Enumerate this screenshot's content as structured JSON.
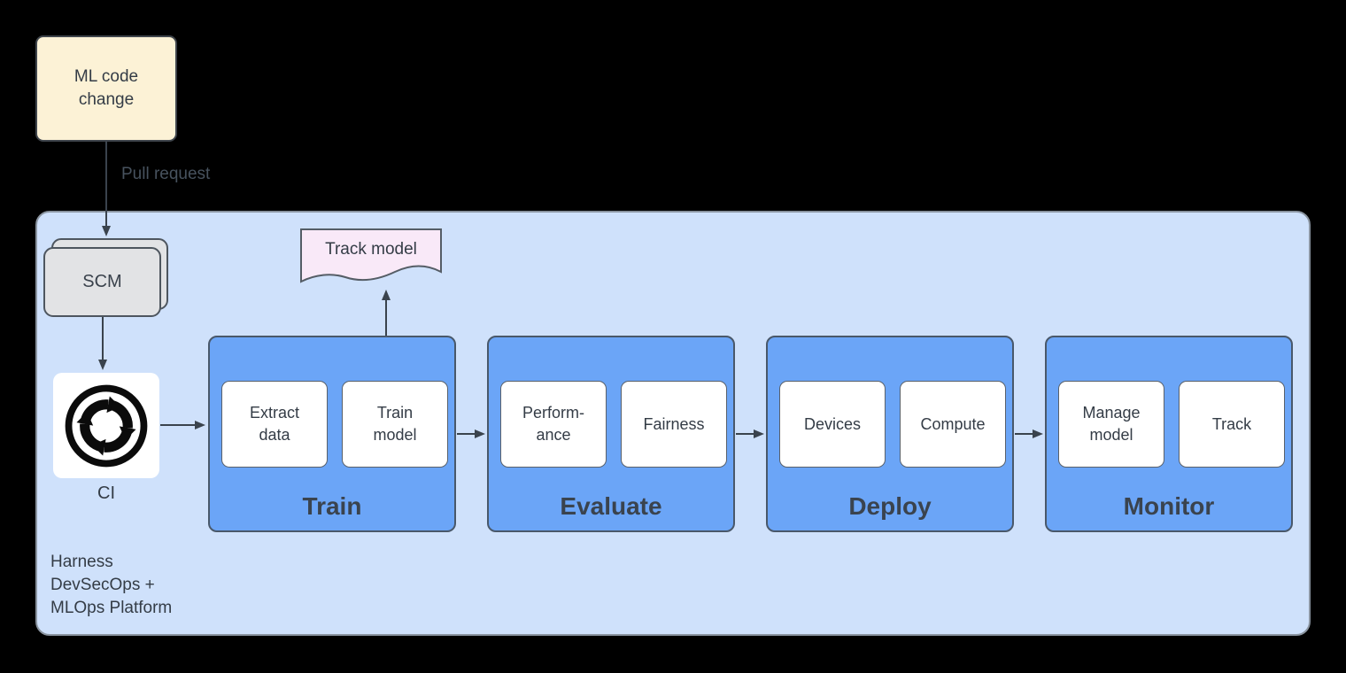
{
  "diagram_type": "flowchart",
  "nodes": {
    "ml_code_change": "ML code\nchange",
    "pull_request": "Pull request",
    "scm": "SCM",
    "ci": "CI",
    "track_model": "Track model",
    "platform_lines": [
      "Harness",
      "DevSecOps +",
      "MLOps Platform"
    ]
  },
  "stages": [
    {
      "title": "Train",
      "items": [
        "Extract\ndata",
        "Train\nmodel"
      ]
    },
    {
      "title": "Evaluate",
      "items": [
        "Perform-\nance",
        "Fairness"
      ]
    },
    {
      "title": "Deploy",
      "items": [
        "Devices",
        "Compute"
      ]
    },
    {
      "title": "Monitor",
      "items": [
        "Manage\nmodel",
        "Track"
      ]
    }
  ],
  "icons": {
    "ci": "ci-cycle-icon",
    "track_model_shape": "document-shape"
  },
  "colors": {
    "background": "#000000",
    "note_fill": "#FCF2D6",
    "note_border": "#3F454C",
    "platform_fill": "#CFE1FB",
    "platform_border": "#8A94A0",
    "stage_fill": "#6BA5F7",
    "stage_border": "#49586A",
    "card_fill": "#FFFFFF",
    "card_border": "#59616B",
    "scm_fill": "#E2E3E5",
    "scm_border": "#4E565F",
    "doc_fill": "#F9E9F8",
    "doc_border": "#555D66",
    "arrow": "#3A434D",
    "text_dark": "#343C46",
    "text_muted": "#47525E"
  }
}
